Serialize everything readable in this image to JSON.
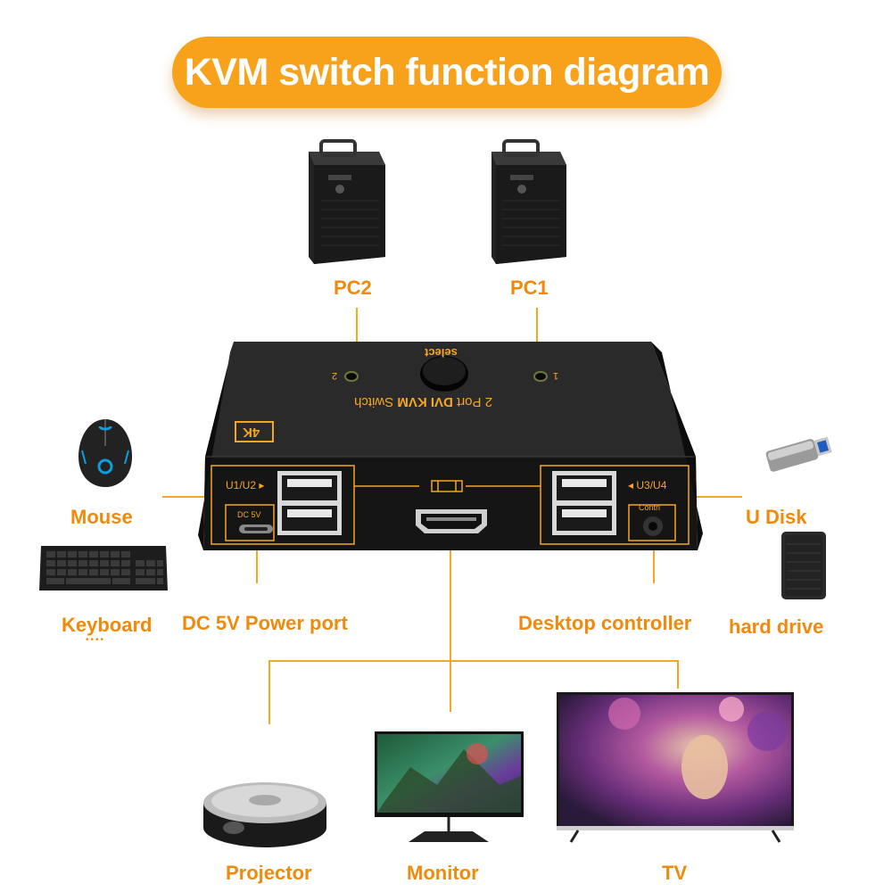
{
  "title": "KVM switch function diagram",
  "labels": {
    "pc2": "PC2",
    "pc1": "PC1",
    "mouse": "Mouse",
    "keyboard": "Keyboard",
    "keyboard_dots": "••••",
    "dc_power": "DC 5V Power port",
    "desktop_controller": "Desktop controller",
    "u_disk": "U  Disk",
    "hard_drive": "hard drive",
    "projector": "Projector",
    "monitor": "Monitor",
    "tv": "TV"
  },
  "device": {
    "select": "select",
    "model_prefix": "2 Port ",
    "model_bold": "DVI KVM",
    "model_suffix": " Switch",
    "led_1": "1",
    "led_2": "2",
    "badge": "4K",
    "port_left": "U1/U2",
    "port_right": "U3/U4",
    "dc_label": "DC 5V",
    "contrl_label": "Contrl"
  },
  "colors": {
    "accent": "#f7a21a",
    "label": "#f08a0c",
    "device_body": "#1c1c1c"
  }
}
